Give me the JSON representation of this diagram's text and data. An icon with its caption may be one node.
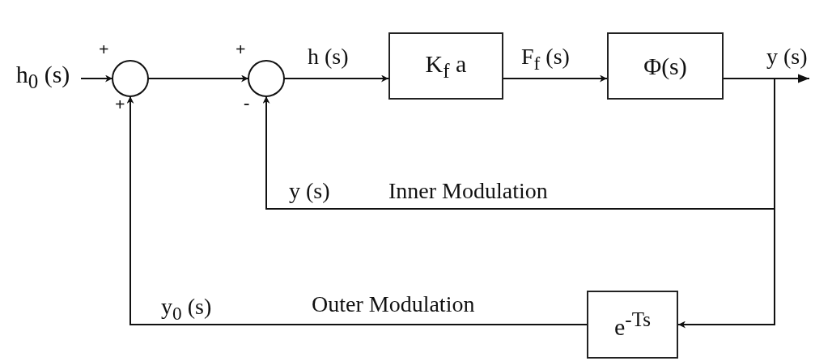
{
  "diagram": {
    "nodes": [
      {
        "text": [
          "h$_{0}$ (s)"
        ]
      },
      {
        "text": [],
        "shape": "circle"
      },
      {
        "text": [],
        "shape": "circle"
      },
      {
        "text": [
          "K$_{f}$ a"
        ]
      },
      {
        "text": [
          "Φ(s)"
        ]
      },
      {
        "text": [
          "e$^{-Ts}$"
        ]
      }
    ],
    "edges": [
      {
        "from": 0,
        "to": 1,
        "arrow": "to"
      },
      {
        "from": 1,
        "to": 2,
        "arrow": "to"
      },
      {
        "from": 2,
        "to": 3,
        "arrow": "to",
        "label": "h (s)"
      },
      {
        "from": 3,
        "to": 4,
        "arrow": "to",
        "label": "F$_{f}$ (s)"
      },
      {
        "from": 4,
        "to": null,
        "arrow": "to",
        "label": "y (s)"
      },
      {
        "from": 4,
        "to": 2,
        "arrow": "to",
        "label": "y (s)"
      },
      {
        "from": 4,
        "to": 5,
        "arrow": "to"
      },
      {
        "from": 5,
        "to": 1,
        "arrow": "to",
        "label": "y$_{0}$ (s)"
      }
    ],
    "labels": [
      "+",
      "+",
      "+",
      "-",
      "Inner Modulation",
      "Outer Modulation"
    ]
  }
}
